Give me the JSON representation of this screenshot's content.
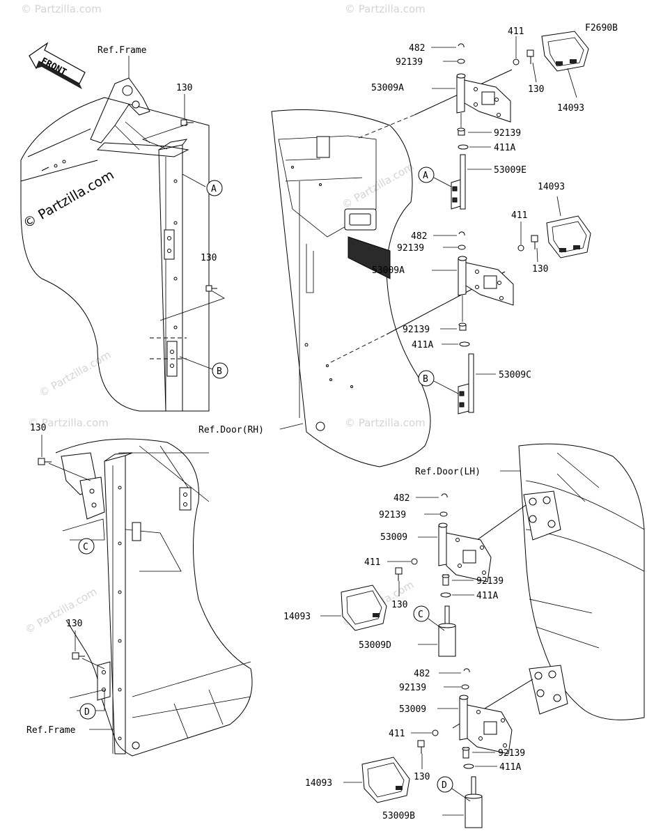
{
  "figure_id": "F2690B",
  "watermark": "© Partzilla.com",
  "direction": "FRONT",
  "refs": {
    "frame_top": "Ref.Frame",
    "frame_bottom": "Ref.Frame",
    "door_rh": "Ref.Door(RH)",
    "door_lh": "Ref.Door(LH)"
  },
  "markers": [
    "A",
    "B",
    "C",
    "D"
  ],
  "parts": {
    "p130": "130",
    "p482": "482",
    "p92139": "92139",
    "p411": "411",
    "p411a": "411A",
    "p14093": "14093",
    "p53009": "53009",
    "p53009a": "53009A",
    "p53009b": "53009B",
    "p53009c": "53009C",
    "p53009d": "53009D",
    "p53009e": "53009E"
  }
}
